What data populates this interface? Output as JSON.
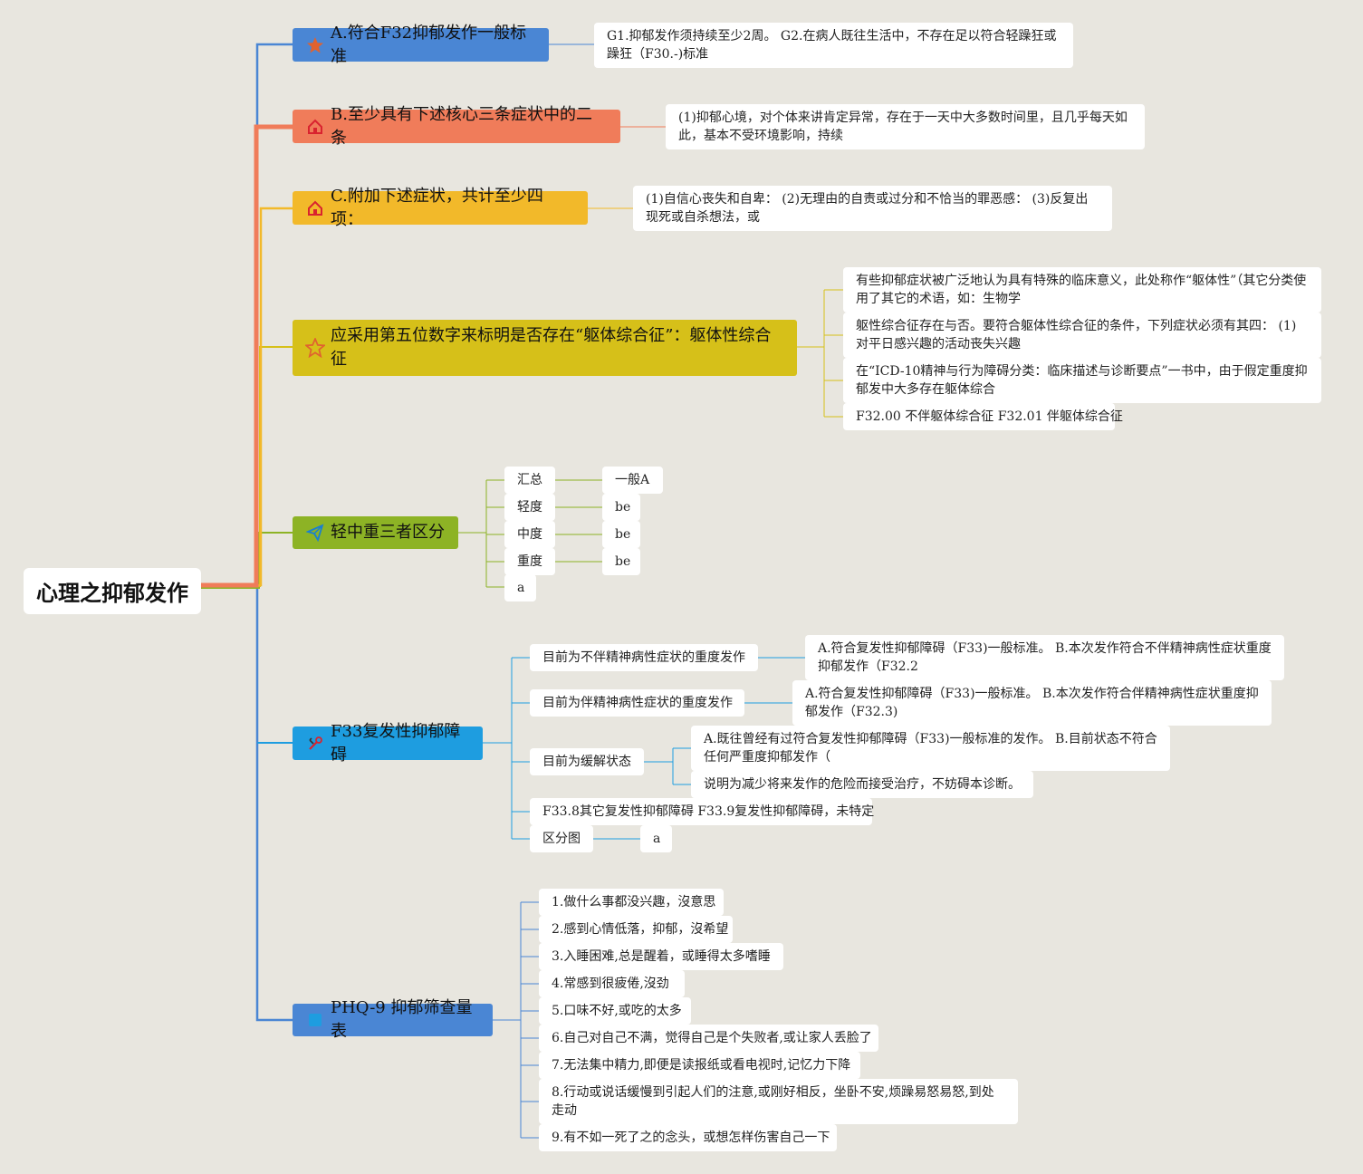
{
  "root": {
    "label": "心理之抑郁发作"
  },
  "branches": {
    "a": {
      "label": "A.符合F32抑郁发作一般标准",
      "color": "#4a86d4",
      "icon": "star-filled-icon",
      "note": "G1.抑郁发作须持续至少2周。 G2.在病人既往生活中，不存在足以符合轻躁狂或躁狂（F30.-)标准"
    },
    "b": {
      "label": "B.至少具有下述核心三条症状中的二条",
      "color": "#f07c5a",
      "icon": "house-icon",
      "note": "(1)抑郁心境，对个体来讲肯定异常，存在于一天中大多数时间里，且几乎每天如此，基本不受环境影响，持续"
    },
    "c": {
      "label": "C.附加下述症状，共计至少四项：",
      "color": "#f2b92a",
      "icon": "house-icon",
      "note": "(1)自信心丧失和自卑： (2)无理由的自责或过分和不恰当的罪恶感： (3)反复出现死或自杀想法，或"
    },
    "d": {
      "label": "应采用第五位数字来标明是否存在“躯体综合征”：躯体性综合征",
      "color": "#d6c019",
      "icon": "star-outline-icon",
      "notes": [
        "有些抑郁症状被广泛地认为具有特殊的临床意义，此处称作“躯体性”（其它分类使用了其它的术语，如：生物学",
        "躯性综合征存在与否。要符合躯体性综合征的条件，下列症状必须有其四： (1)对平日感兴趣的活动丧失兴趣",
        "在“ICD-10精神与行为障碍分类：临床描述与诊断要点”一书中，由于假定重度抑郁发中大多存在躯体综合",
        "F32.00 不伴躯体综合征 F32.01 伴躯体综合征"
      ]
    },
    "e": {
      "label": "轻中重三者区分",
      "color": "#8db325",
      "icon": "paper-plane-icon",
      "items": [
        {
          "label": "汇总",
          "child": "一般A"
        },
        {
          "label": "轻度",
          "child": "be"
        },
        {
          "label": "中度",
          "child": "be"
        },
        {
          "label": "重度",
          "child": "be"
        },
        {
          "label": "a",
          "child": ""
        }
      ]
    },
    "f": {
      "label": "F33复发性抑郁障碍",
      "color": "#1e9de0",
      "icon": "tools-icon",
      "items": [
        {
          "label": "目前为不伴精神病性症状的重度发作",
          "child": "A.符合复发性抑郁障碍（F33)一般标准。 B.本次发作符合不伴精神病性症状重度抑郁发作（F32.2"
        },
        {
          "label": "目前为伴精神病性症状的重度发作",
          "child": "A.符合复发性抑郁障碍（F33)一般标准。 B.本次发作符合伴精神病性症状重度抑郁发作（F32.3)"
        },
        {
          "label": "目前为缓解状态",
          "child": "A.既往曾经有过符合复发性抑郁障碍（F33)一般标准的发作。 B.目前状态不符合任何严重度抑郁发作（",
          "child2": "说明为减少将来发作的危险而接受治疗，不妨碍本诊断。"
        },
        {
          "label": "F33.8其它复发性抑郁障碍 F33.9复发性抑郁障碍，未特定"
        },
        {
          "label": "区分图",
          "child": "a"
        }
      ]
    },
    "g": {
      "label": "PHQ-9 抑郁筛查量表",
      "color": "#4a86d4",
      "icon": "square-icon",
      "items": [
        "1.做什么事都没兴趣，沒意思",
        "2.感到心情低落，抑郁，沒希望",
        "3.入睡困难,总是醒着，或睡得太多嗜睡",
        "4.常感到很疲倦,沒劲",
        "5.口味不好,或吃的太多",
        "6.自己对自己不满，觉得自己是个失败者,或让家人丢脸了",
        "7.无法集中精力,即便是读报纸或看电视时,记忆力下降",
        "8.行动或说话缓慢到引起人们的注意,或刚好相反，坐卧不安,烦躁易怒易怒,到处走动",
        "9.有不如一死了之的念头，或想怎样伤害自己一下"
      ]
    }
  }
}
